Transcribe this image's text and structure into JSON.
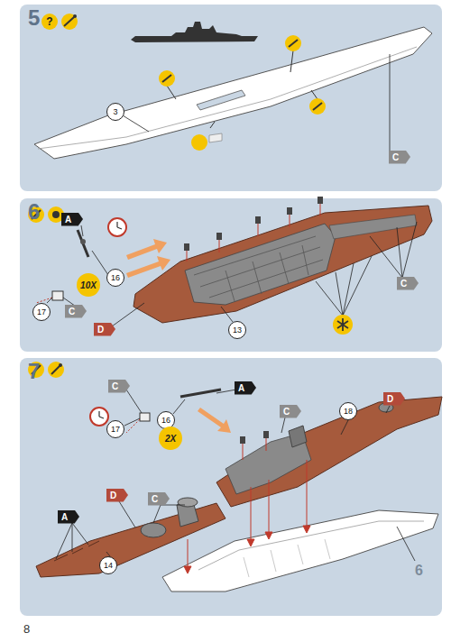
{
  "diagram": {
    "nodes": [
      {
        "text": [
          "5"
        ]
      },
      {
        "text": [
          "?"
        ],
        "in": 0
      },
      {
        "text": [
          "3"
        ],
        "in": 0
      },
      {
        "text": [
          "C"
        ],
        "in": 0
      },
      {
        "text": [
          "6"
        ]
      },
      {
        "text": [
          "A"
        ],
        "in": 4
      },
      {
        "text": [
          "16"
        ],
        "in": 4
      },
      {
        "text": [
          "10X"
        ],
        "in": 4
      },
      {
        "text": [
          "17"
        ],
        "in": 4
      },
      {
        "text": [
          "C"
        ],
        "in": 4
      },
      {
        "text": [
          "D"
        ],
        "in": 4
      },
      {
        "text": [
          "13"
        ],
        "in": 4
      },
      {
        "text": [
          "C"
        ],
        "in": 4
      },
      {
        "text": [
          "7"
        ]
      },
      {
        "text": [
          "C"
        ],
        "in": 13
      },
      {
        "text": [
          "A"
        ],
        "in": 13
      },
      {
        "text": [
          "17"
        ],
        "in": 13
      },
      {
        "text": [
          "16"
        ],
        "in": 13
      },
      {
        "text": [
          "2X"
        ],
        "in": 13
      },
      {
        "text": [
          "C"
        ],
        "in": 13
      },
      {
        "text": [
          "18"
        ],
        "in": 13
      },
      {
        "text": [
          "D"
        ],
        "in": 13
      },
      {
        "text": [
          "D"
        ],
        "in": 13
      },
      {
        "text": [
          "C"
        ],
        "in": 13
      },
      {
        "text": [
          "A"
        ],
        "in": 13
      },
      {
        "text": [
          "14"
        ],
        "in": 13
      }
    ],
    "labels": [
      "6",
      "8"
    ]
  }
}
